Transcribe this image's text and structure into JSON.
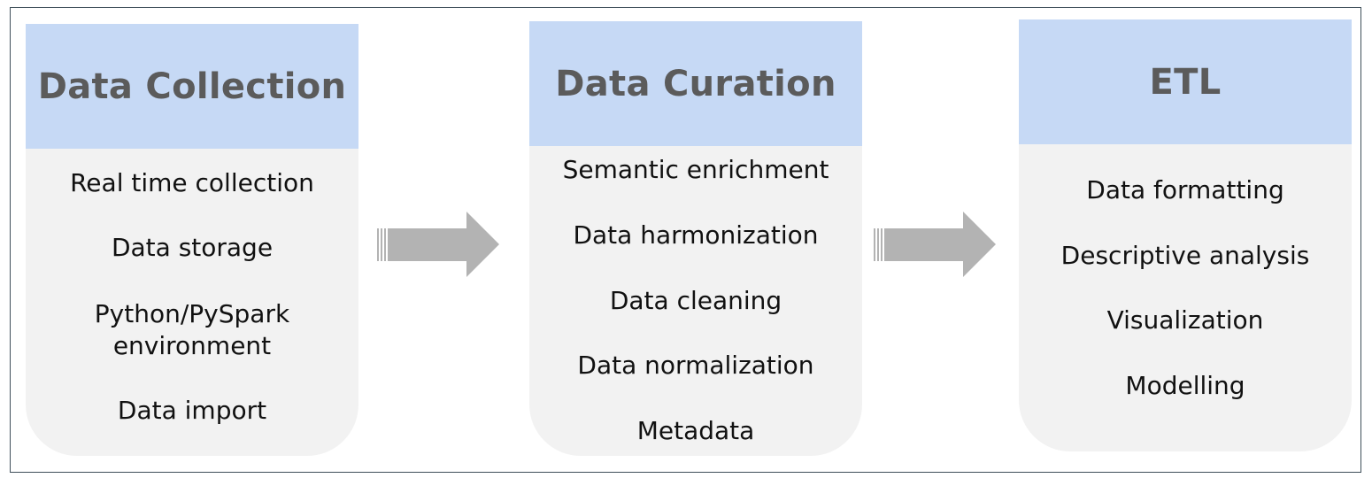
{
  "stages": [
    {
      "title": "Data Collection",
      "items": [
        "Real time collection",
        "Data storage",
        "Python/PySpark\nenvironment",
        "Data import"
      ]
    },
    {
      "title": "Data Curation",
      "items": [
        "Semantic enrichment",
        "Data harmonization",
        "Data cleaning",
        "Data normalization",
        "Metadata"
      ]
    },
    {
      "title": "ETL",
      "items": [
        "Data formatting",
        "Descriptive analysis",
        "Visualization",
        "Modelling"
      ]
    }
  ],
  "colors": {
    "header_fill": "#c6d9f5",
    "body_fill": "#f2f2f2",
    "title_text": "#5b5b5b",
    "item_text": "#111111",
    "arrow_fill": "#b3b3b3",
    "frame_border": "#3f4f5a"
  }
}
